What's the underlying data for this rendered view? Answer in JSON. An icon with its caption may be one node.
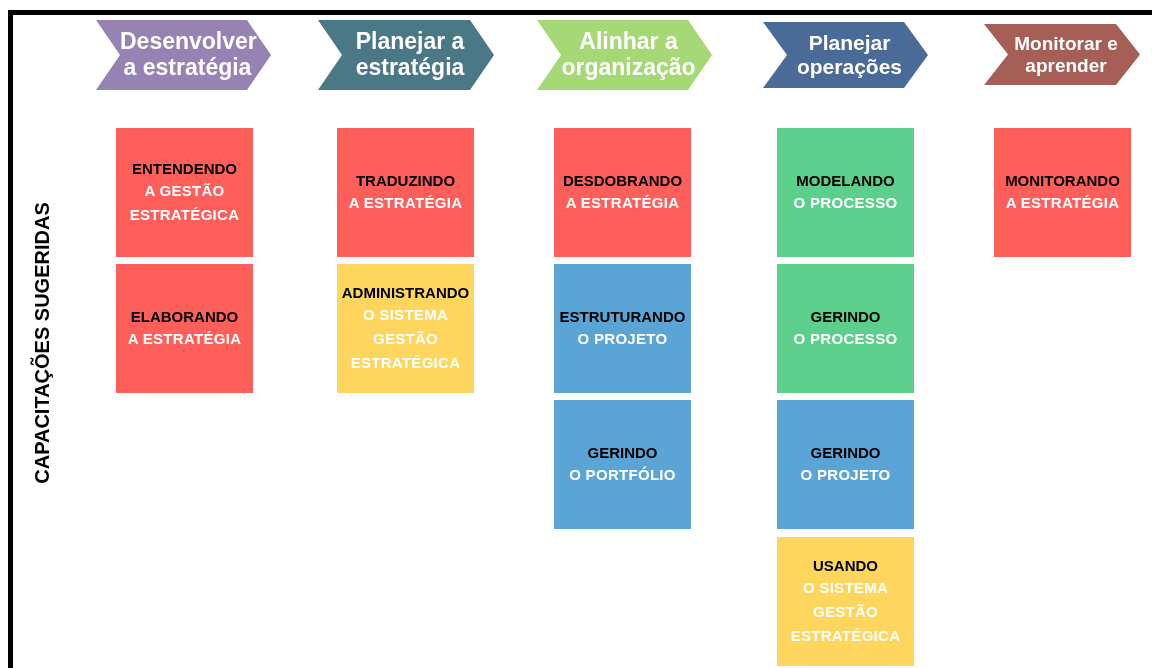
{
  "diagram": {
    "nodes": [
      {
        "text": [
          "Desenvolver a estratégia"
        ]
      },
      {
        "text": [
          "Planejar a estratégia"
        ]
      },
      {
        "text": [
          "Alinhar a organização"
        ]
      },
      {
        "text": [
          "Planejar operações"
        ]
      },
      {
        "text": [
          "Monitorar e aprender"
        ]
      },
      {
        "text": [
          "ENTENDENDO",
          "A GESTÃO ESTRATÉGICA"
        ]
      },
      {
        "text": [
          "ELABORANDO",
          "A ESTRATÉGIA"
        ]
      },
      {
        "text": [
          "TRADUZINDO",
          "A ESTRATÉGIA"
        ]
      },
      {
        "text": [
          "ADMINISTRANDO",
          "O SISTEMA GESTÃO ESTRATÉGICA"
        ]
      },
      {
        "text": [
          "DESDOBRANDO",
          "A ESTRATÉGIA"
        ]
      },
      {
        "text": [
          "ESTRUTURANDO",
          "O PROJETO"
        ]
      },
      {
        "text": [
          "GERINDO",
          "O PORTFÓLIO"
        ]
      },
      {
        "text": [
          "MODELANDO",
          "O PROCESSO"
        ]
      },
      {
        "text": [
          "GERINDO",
          "O PROCESSO"
        ]
      },
      {
        "text": [
          "GERINDO",
          "O PROJETO"
        ]
      },
      {
        "text": [
          "USANDO",
          "O SISTEMA GESTÃO ESTRATÉGICA"
        ]
      },
      {
        "text": [
          "MONITORANDO",
          "A ESTRATÉGIA"
        ]
      }
    ],
    "labels": [
      "CAPACITAÇÕES SUGERIDAS"
    ]
  }
}
